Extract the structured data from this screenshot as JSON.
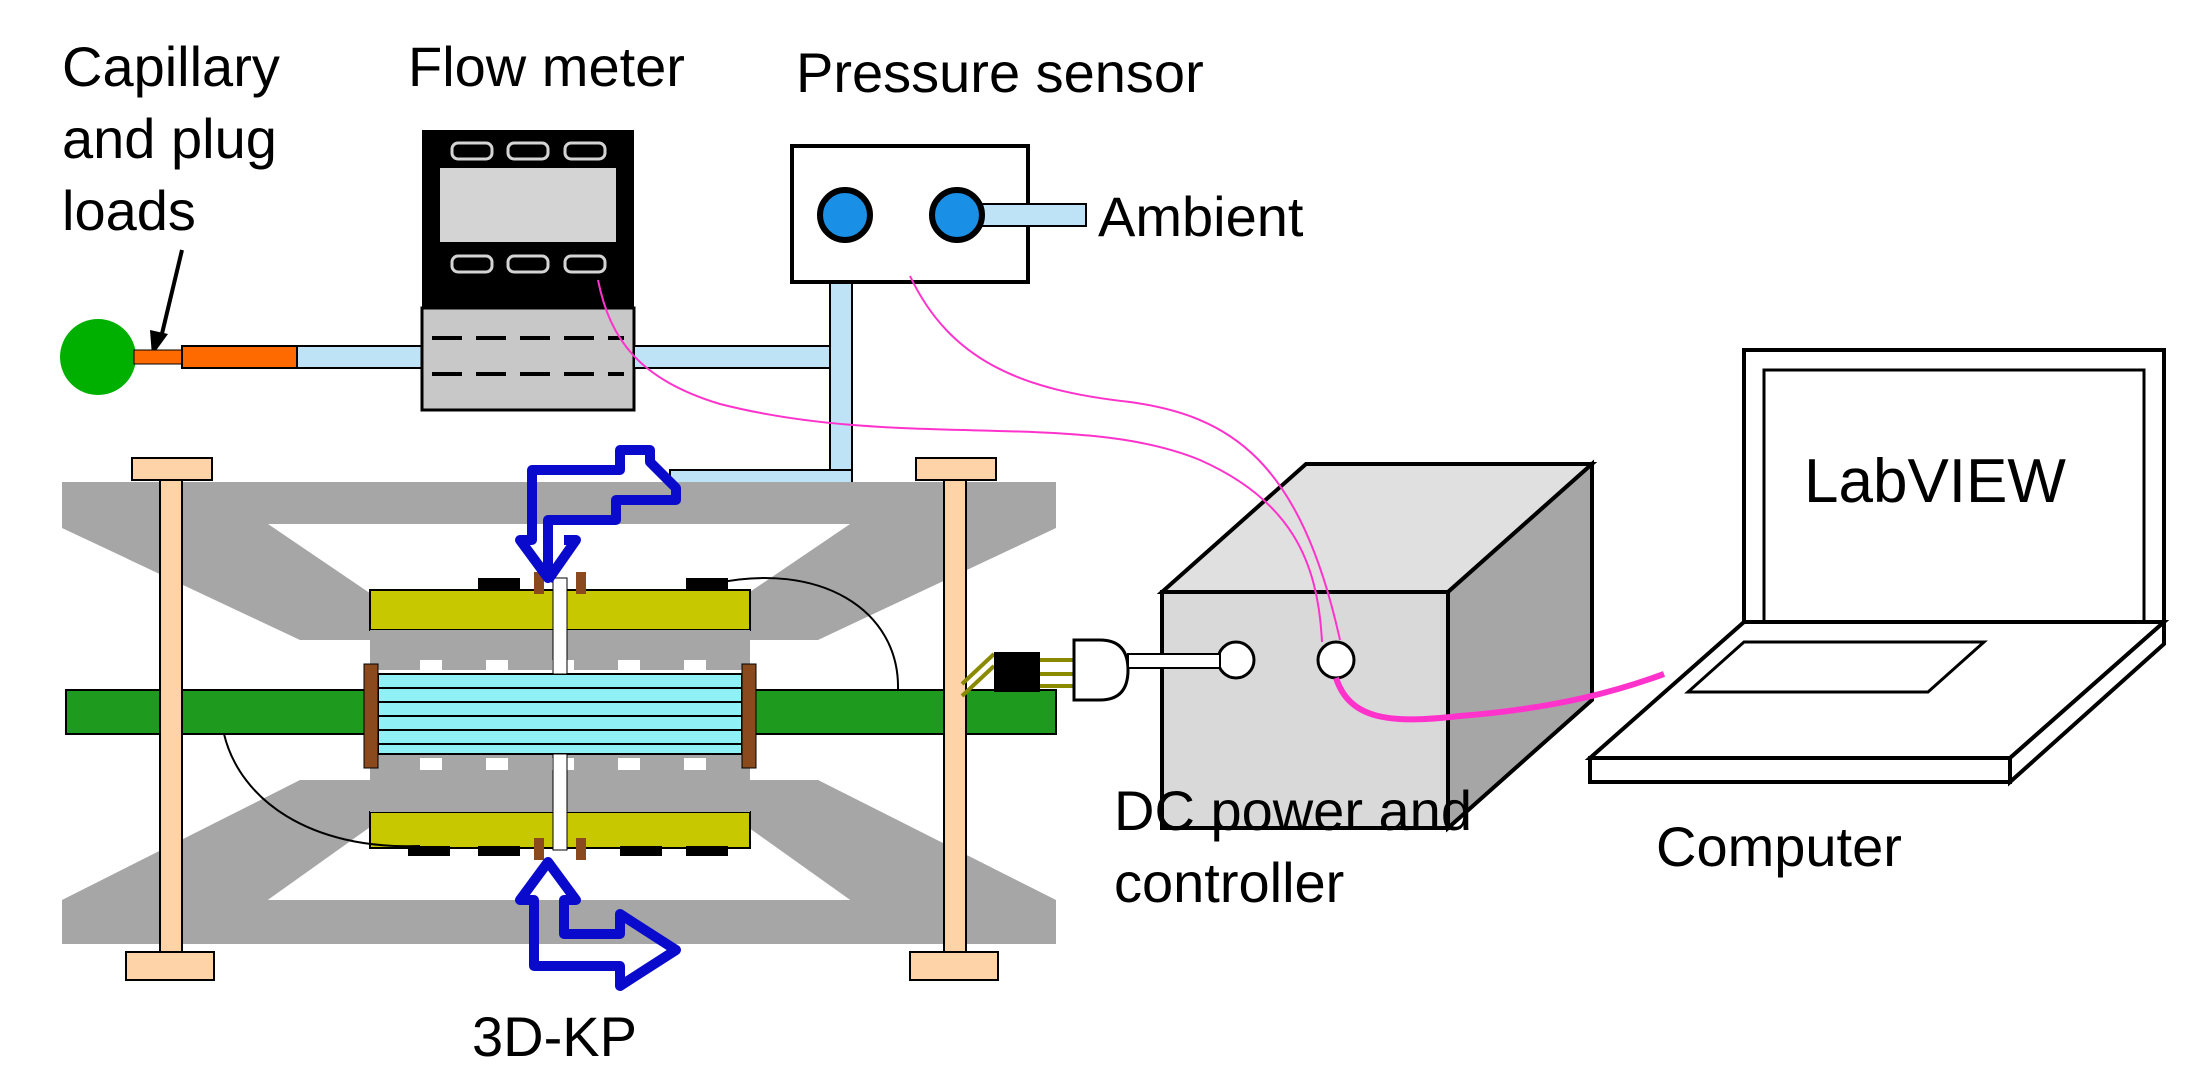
{
  "labels": {
    "capillary_line1": "Capillary",
    "capillary_line2": "and plug",
    "capillary_line3": "loads",
    "flow_meter": "Flow meter",
    "pressure_sensor": "Pressure sensor",
    "ambient": "Ambient",
    "labview": "LabVIEW",
    "dc_line1": "DC power and",
    "dc_line2": "controller",
    "computer": "Computer",
    "kp": "3D-KP"
  },
  "colors": {
    "tube": "#bfe3f6",
    "capillary": "#ff6a00",
    "plug": "#00b000",
    "gray": "#a6a6a6",
    "yellow": "#c8c800",
    "pcb": "#1e9a1e",
    "core": "#8ff0f6",
    "wire_pink": "#ff33cc",
    "arrow": "#0a0acc",
    "bolt": "#ffd3a8",
    "port": "#1a8fe6"
  }
}
